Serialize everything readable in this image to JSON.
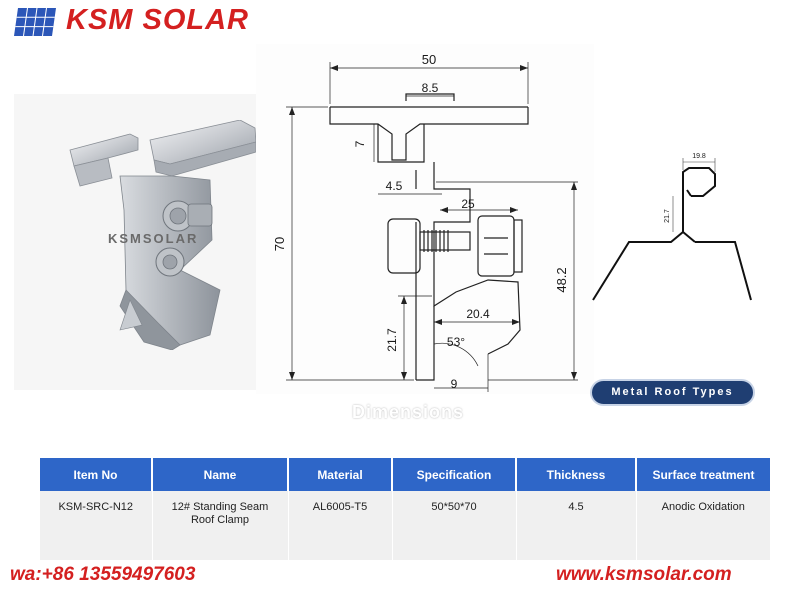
{
  "header": {
    "brand_name": "KSM SOLAR"
  },
  "product_photo": {
    "watermark": "KSMSOLAR"
  },
  "drawing": {
    "dim_top_width": "50",
    "dim_slot_width": "8.5",
    "dim_slot_depth": "7",
    "dim_total_height": "70",
    "dim_web_thickness": "4.5",
    "dim_bolt_offset": "25",
    "dim_right_height": "48.2",
    "dim_hook_width": "20.4",
    "dim_lower_height": "21.7",
    "dim_angle": "53°",
    "dim_tip": "9",
    "caption": "Dimensions"
  },
  "roof_profile": {
    "dim_width": "19.8",
    "dim_height": "21.7",
    "label": "Metal Roof Types"
  },
  "spec_table": {
    "headers": [
      "Item No",
      "Name",
      "Material",
      "Specification",
      "Thickness",
      "Surface treatment"
    ],
    "row": {
      "item_no": "KSM-SRC-N12",
      "name_line1": "12# Standing Seam",
      "name_line2": "Roof Clamp",
      "material": "AL6005-T5",
      "specification": "50*50*70",
      "thickness": "4.5",
      "surface_treatment": "Anodic Oxidation"
    }
  },
  "footer": {
    "phone": "wa:+86 13559497603",
    "website": "www.ksmsolar.com"
  },
  "colors": {
    "brand_red": "#d42020",
    "table_header_blue": "#2e66c8",
    "pill_navy": "#1f3e72"
  }
}
